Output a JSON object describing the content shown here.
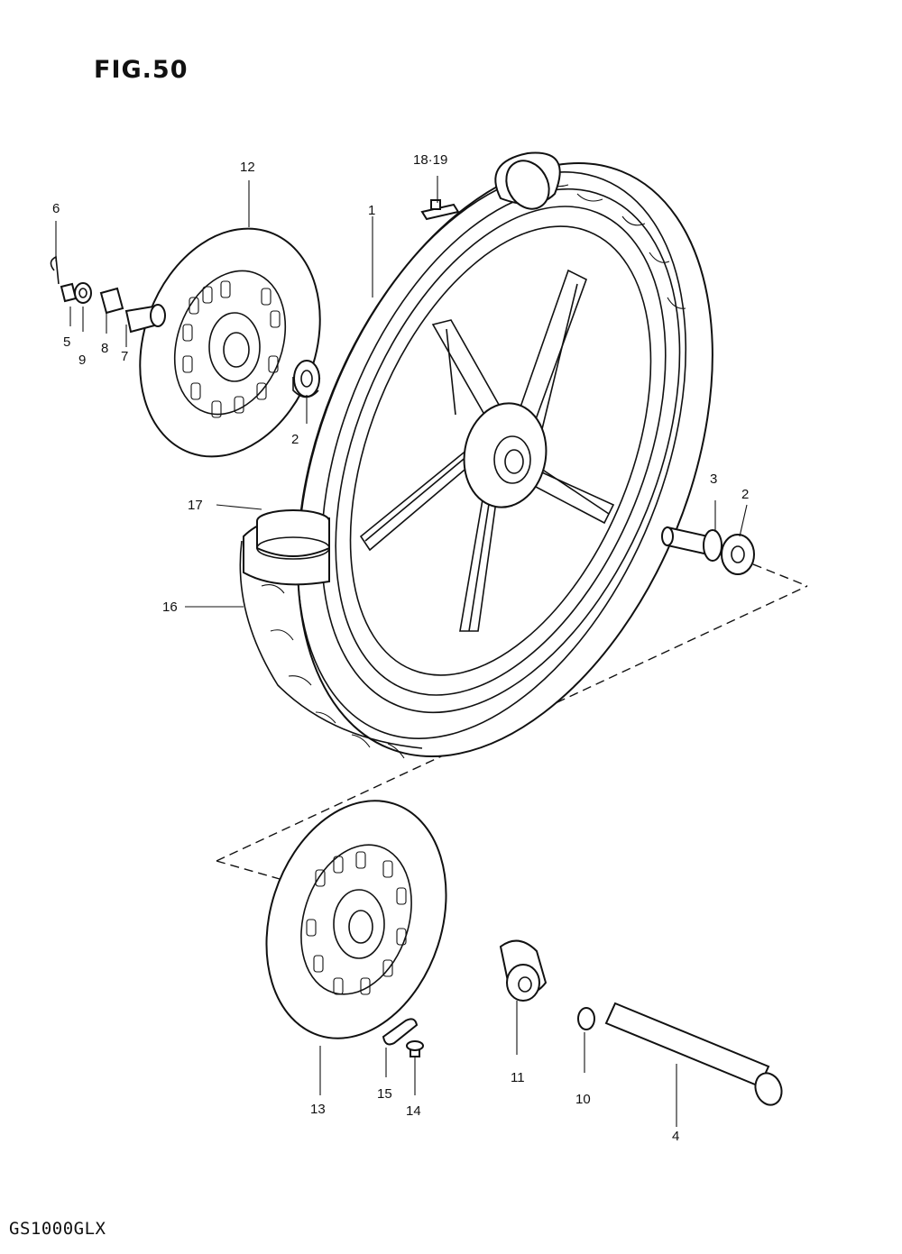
{
  "figure": {
    "title": "FIG.50",
    "model_code": "GS1000GLX"
  },
  "callouts": {
    "c1": "1",
    "c2a": "2",
    "c2b": "2",
    "c3": "3",
    "c4": "4",
    "c5": "5",
    "c6": "6",
    "c7": "7",
    "c8": "8",
    "c9": "9",
    "c10": "10",
    "c11": "11",
    "c12": "12",
    "c13": "13",
    "c14": "14",
    "c15": "15",
    "c16": "16",
    "c17": "17",
    "c18_19": "18·19"
  }
}
